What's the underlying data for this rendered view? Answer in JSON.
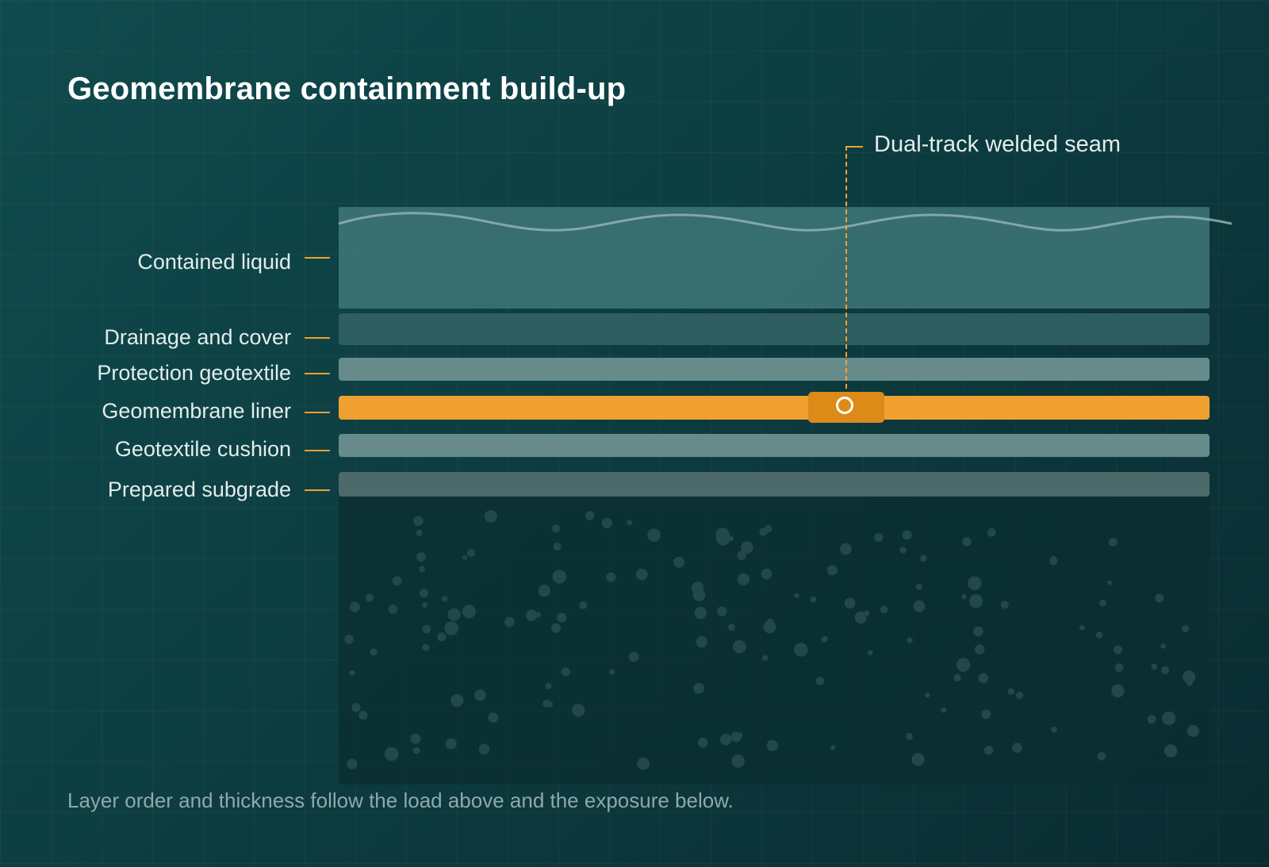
{
  "title": "Geomembrane containment build-up",
  "layers": [
    {
      "id": "contained-liquid",
      "label": "Contained liquid",
      "color": "#3f7778"
    },
    {
      "id": "drainage-and-cover",
      "label": "Drainage and cover",
      "color": "#2f5e60"
    },
    {
      "id": "protection-geotextile",
      "label": "Protection geotextile",
      "color": "#678b8b"
    },
    {
      "id": "geomembrane-liner",
      "label": "Geomembrane liner",
      "color": "#f0a030"
    },
    {
      "id": "geotextile-cushion",
      "label": "Geotextile cushion",
      "color": "#678b8b"
    },
    {
      "id": "prepared-subgrade",
      "label": "Prepared subgrade",
      "color": "#4c6a6a"
    }
  ],
  "seam": {
    "label": "Dual-track welded seam",
    "block_color": "#dc8a18"
  },
  "colors": {
    "accent": "#f0a030",
    "ground": "#0b2d31",
    "pebble": "#22484a"
  },
  "footnote": "Layer order and thickness follow the load above and the exposure below."
}
